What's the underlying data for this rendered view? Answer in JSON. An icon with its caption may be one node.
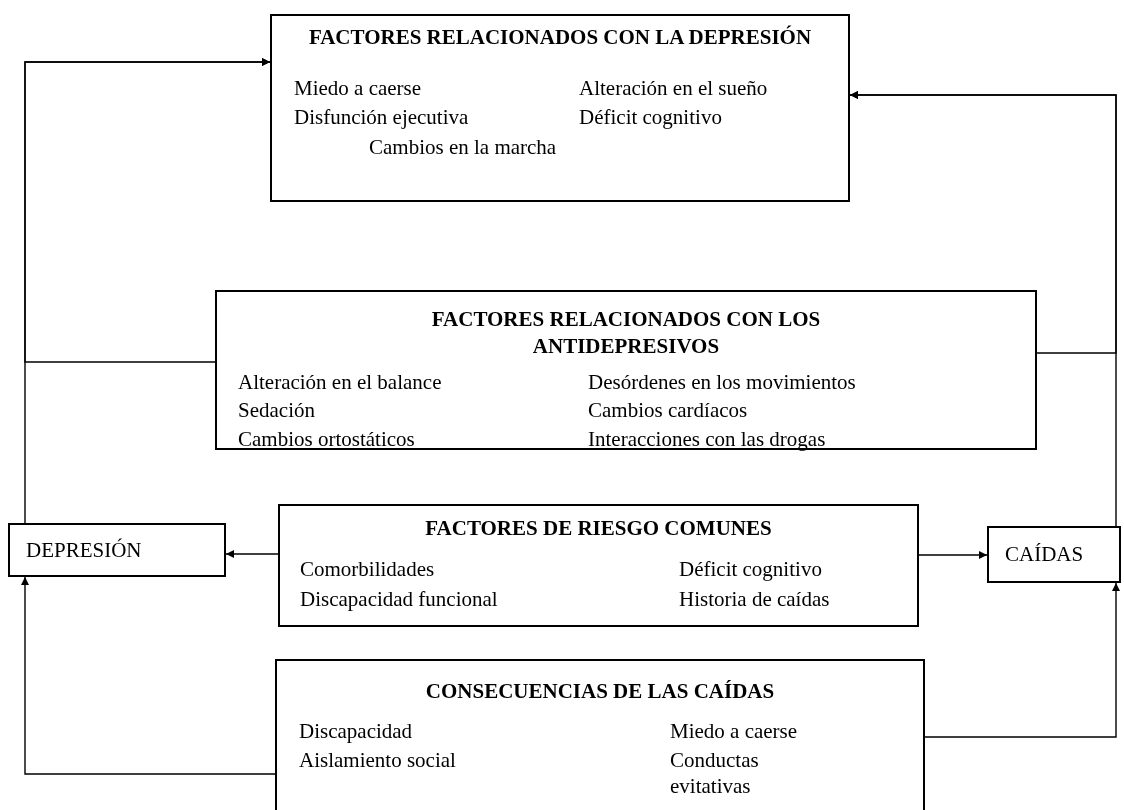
{
  "diagram": {
    "nodes": [
      {
        "text": [
          "FACTORES RELACIONADOS CON LA DEPRESIÓN",
          "Miedo a caerse",
          "Alteración en el sueño",
          "Disfunción ejecutiva",
          "Déficit cognitivo",
          "Cambios en la marcha"
        ]
      },
      {
        "text": [
          "FACTORES RELACIONADOS CON LOS ANTIDEPRESIVOS",
          "Alteración en el balance",
          "Desórdenes en los movimientos",
          "Sedación",
          "Cambios cardíacos",
          "Cambios ortostáticos",
          "Interacciones con las drogas"
        ]
      },
      {
        "text": [
          "DEPRESIÓN"
        ]
      },
      {
        "text": [
          "FACTORES DE RIESGO COMUNES",
          "Comorbilidades",
          "Déficit cognitivo",
          "Discapacidad funcional",
          "Historia de caídas"
        ]
      },
      {
        "text": [
          "CAÍDAS"
        ]
      },
      {
        "text": [
          "CONSECUENCIAS DE LAS CAÍDAS",
          "Discapacidad",
          "Miedo a caerse",
          "Aislamiento social",
          "Conductas evitativas"
        ]
      }
    ],
    "edges": [
      {
        "from": 2,
        "to": 0,
        "arrow": "to"
      },
      {
        "from": 1,
        "to": 0,
        "arrow": "to"
      },
      {
        "from": 4,
        "to": 0,
        "arrow": "to"
      },
      {
        "from": 1,
        "to": 0,
        "arrow": "to"
      },
      {
        "from": 3,
        "to": 2,
        "arrow": "to"
      },
      {
        "from": 3,
        "to": 4,
        "arrow": "to"
      },
      {
        "from": 5,
        "to": 2,
        "arrow": "to"
      },
      {
        "from": 5,
        "to": 4,
        "arrow": "to"
      }
    ]
  }
}
